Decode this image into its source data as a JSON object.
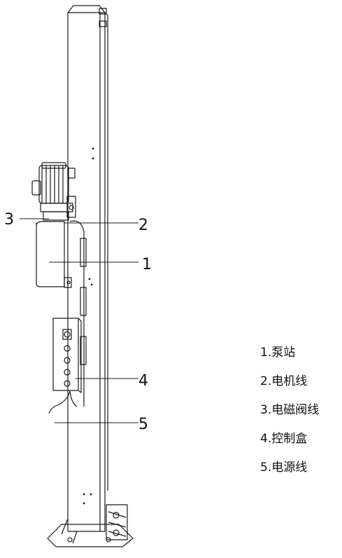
{
  "callouts": [
    {
      "number": "1",
      "target": "pump-station"
    },
    {
      "number": "2",
      "target": "motor-cable"
    },
    {
      "number": "3",
      "target": "solenoid-valve-cable"
    },
    {
      "number": "4",
      "target": "control-box"
    },
    {
      "number": "5",
      "target": "power-cable"
    }
  ],
  "legend": [
    {
      "text": "1.泵站"
    },
    {
      "text": "2.电机线"
    },
    {
      "text": "3.电磁阀线"
    },
    {
      "text": "4.控制盒"
    },
    {
      "text": "5.电源线"
    }
  ],
  "colors": {
    "line": "#1a1a1a",
    "background": "#ffffff"
  }
}
